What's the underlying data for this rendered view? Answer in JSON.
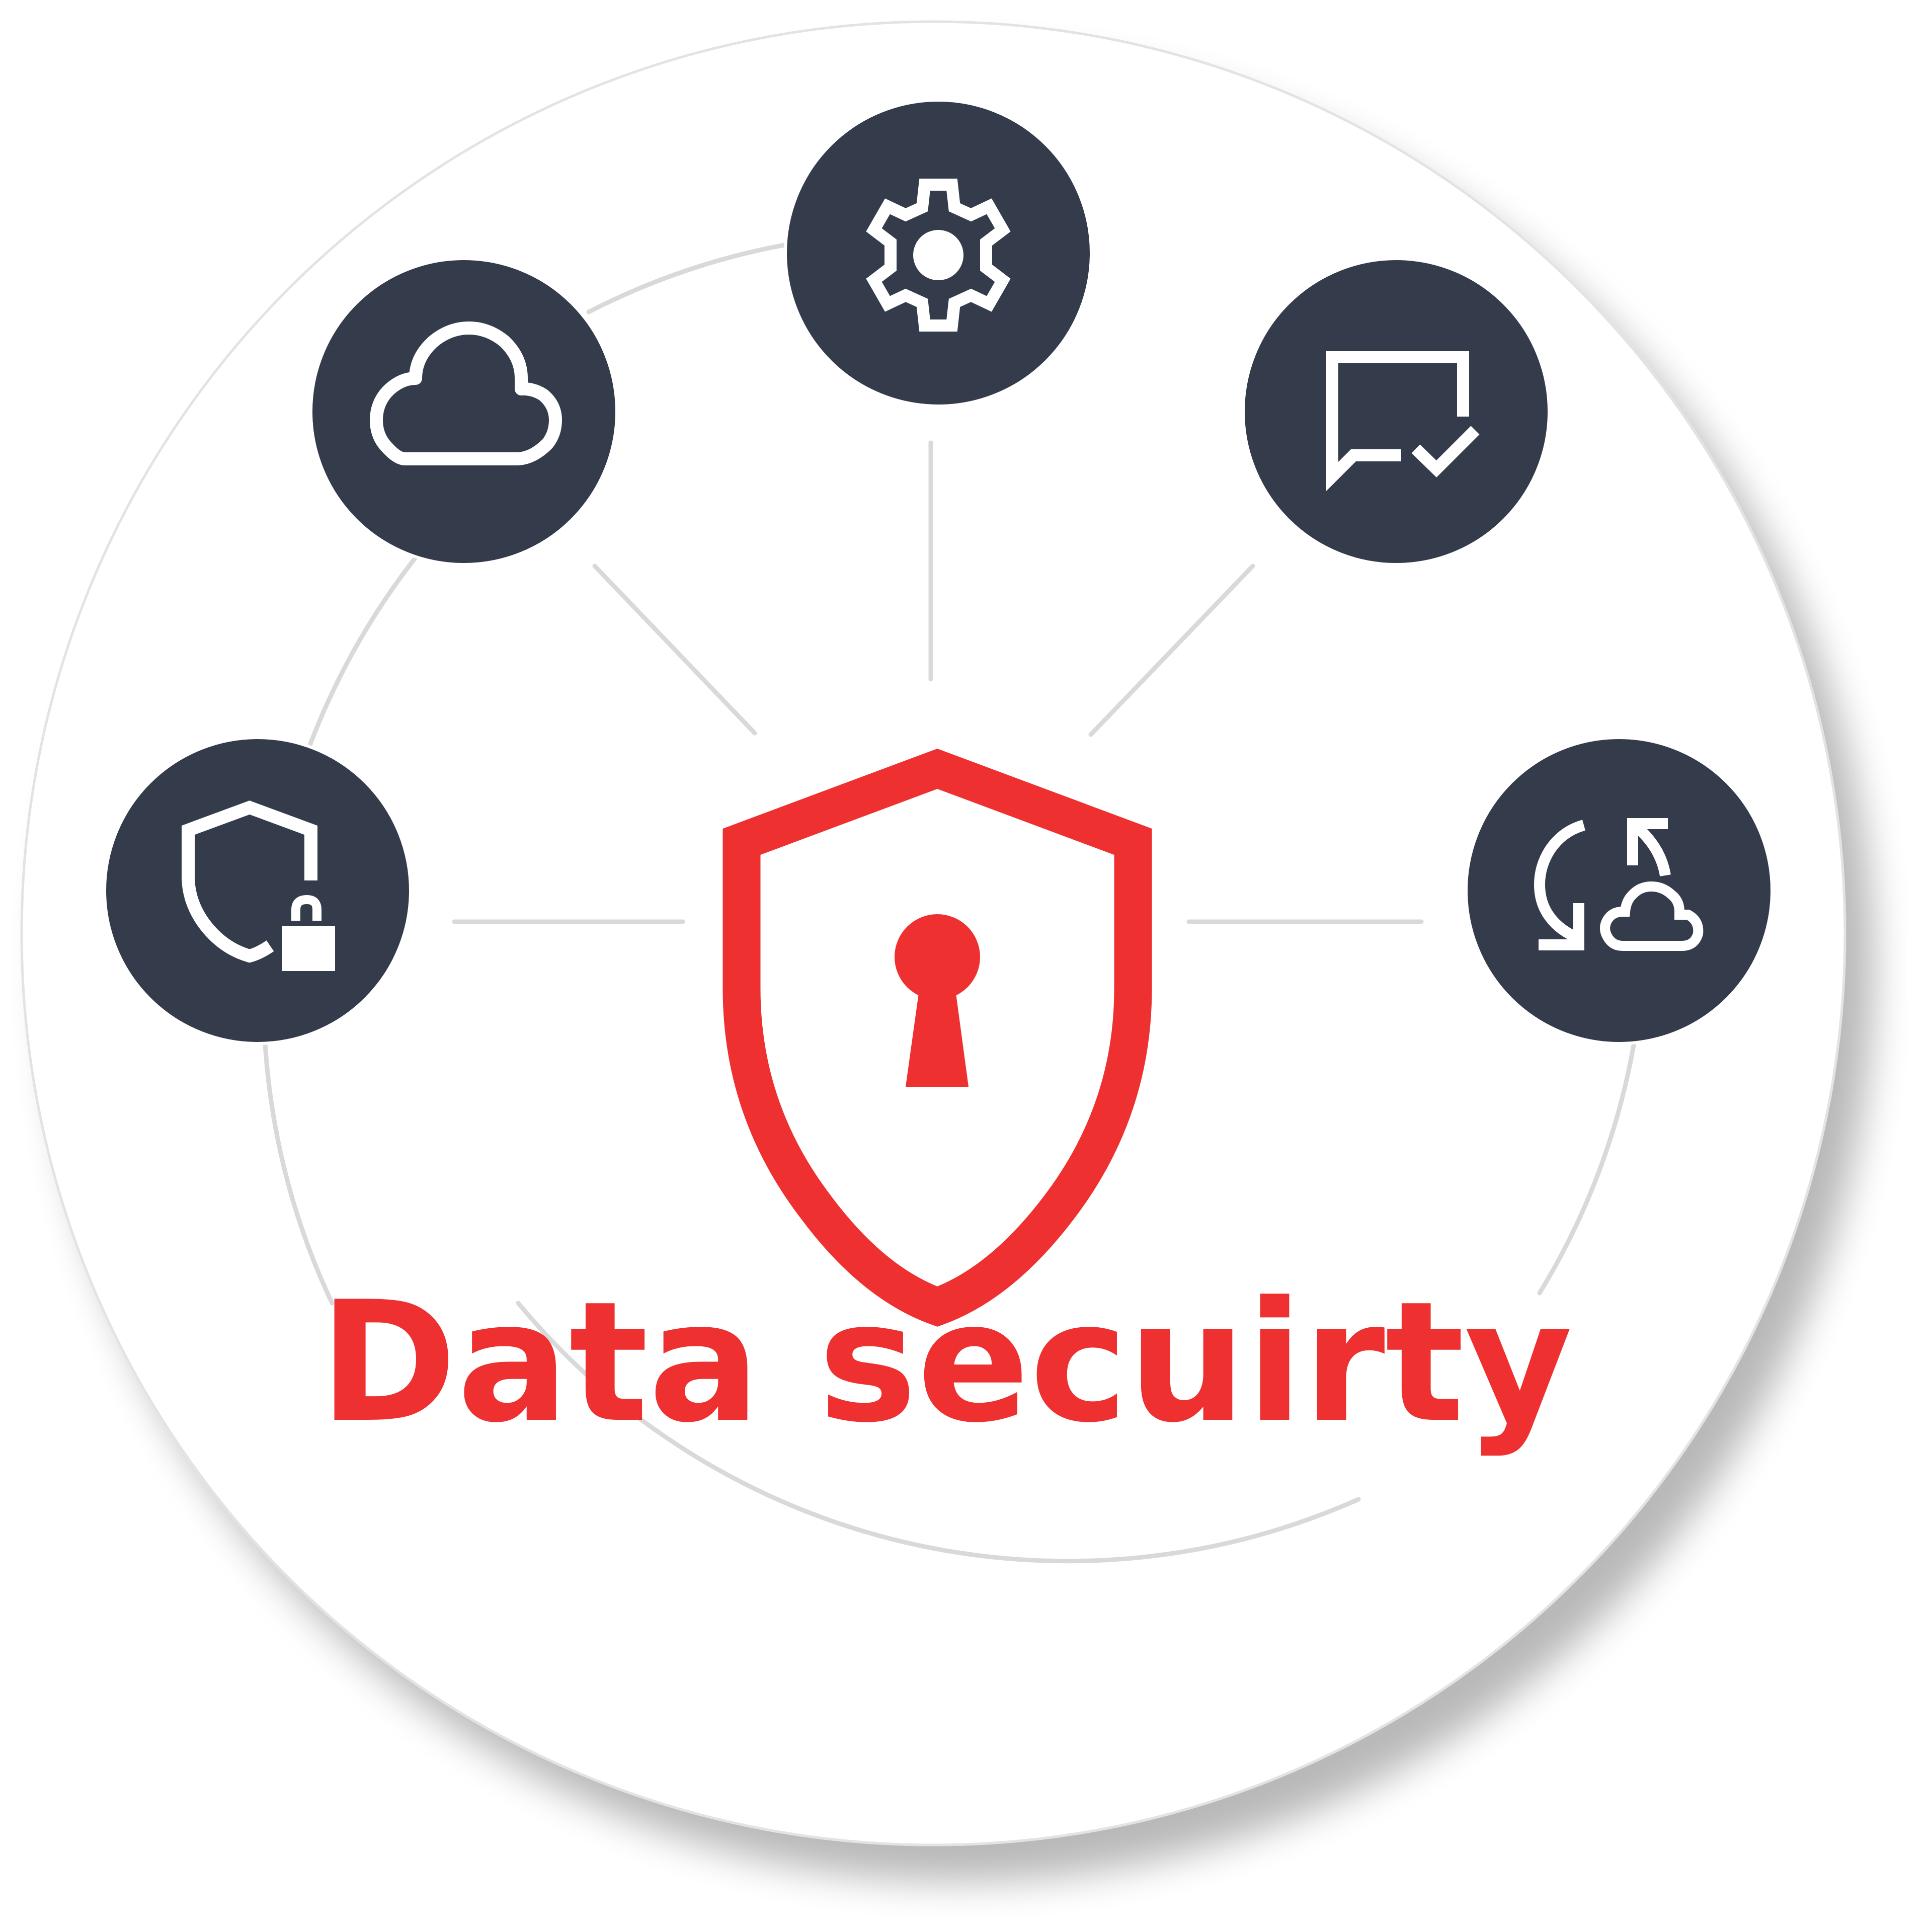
{
  "title": "Data secuirty",
  "colors": {
    "accent": "#EE3030",
    "node_fill": "#343B4B",
    "connector": "#D9D9D9",
    "background_circle": "#FFFFFF",
    "icon_stroke": "#FFFFFF"
  },
  "center": {
    "icon": "shield-keyhole-icon"
  },
  "nodes": [
    {
      "id": "shield-lock",
      "icon": "shield-lock-icon"
    },
    {
      "id": "cloud",
      "icon": "cloud-icon"
    },
    {
      "id": "settings",
      "icon": "gear-icon"
    },
    {
      "id": "message-check",
      "icon": "message-check-icon"
    },
    {
      "id": "cloud-sync",
      "icon": "cloud-sync-icon"
    }
  ]
}
